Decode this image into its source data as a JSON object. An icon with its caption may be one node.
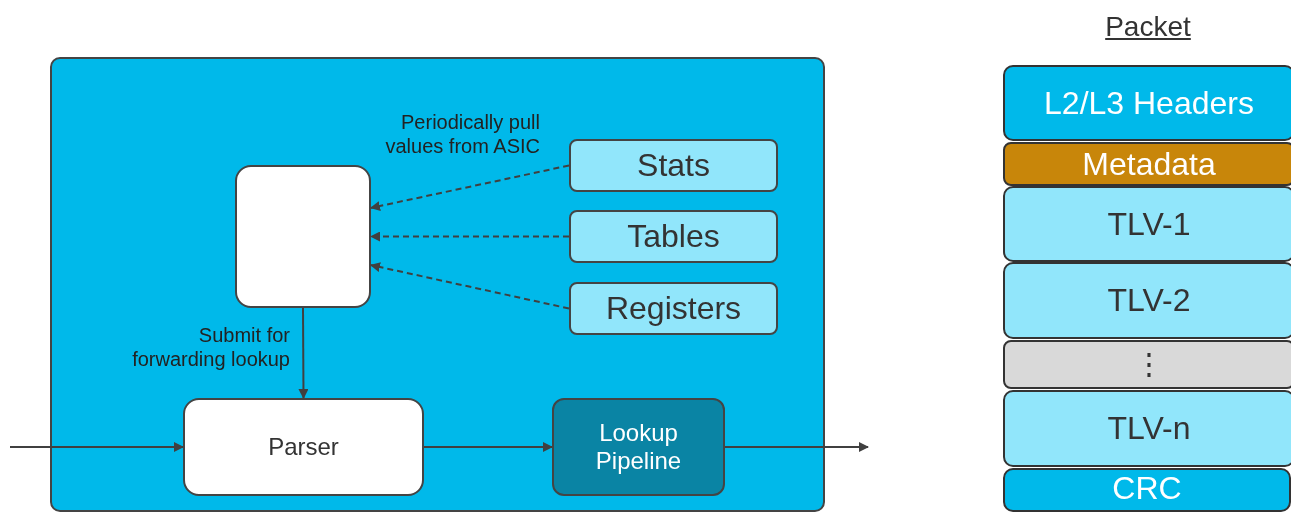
{
  "diagram": {
    "nodes": [
      {
        "text": [],
        "shape": "box"
      },
      {
        "text": [],
        "shape": "box",
        "in": 0
      },
      {
        "text": [
          "Stats"
        ],
        "in": 0
      },
      {
        "text": [
          "Tables"
        ],
        "in": 0
      },
      {
        "text": [
          "Registers"
        ],
        "in": 0
      },
      {
        "text": [
          "Parser"
        ],
        "in": 0
      },
      {
        "text": [
          "Lookup Pipeline"
        ],
        "in": 0
      },
      {
        "text": [
          "L2/L3 Headers"
        ]
      },
      {
        "text": [
          "Metadata"
        ]
      },
      {
        "text": [
          "TLV-1"
        ]
      },
      {
        "text": [
          "TLV-2"
        ]
      },
      {
        "text": [
          "⋮"
        ]
      },
      {
        "text": [
          "TLV-n"
        ]
      },
      {
        "text": [
          "CRC"
        ]
      }
    ],
    "edges": [
      {
        "from": 2,
        "to": 1,
        "arrow": "to",
        "style": "dashed"
      },
      {
        "from": 3,
        "to": 1,
        "arrow": "to",
        "style": "dashed"
      },
      {
        "from": 4,
        "to": 1,
        "arrow": "to",
        "style": "dashed"
      },
      {
        "from": 1,
        "to": 5,
        "arrow": "to",
        "label": "Submit for forwarding lookup"
      },
      {
        "from": null,
        "to": 5,
        "arrow": "to"
      },
      {
        "from": 5,
        "to": 6,
        "arrow": "to"
      },
      {
        "from": 6,
        "to": null,
        "arrow": "to"
      }
    ],
    "labels": [
      "Packet",
      "Periodically pull values from ASIC"
    ]
  }
}
